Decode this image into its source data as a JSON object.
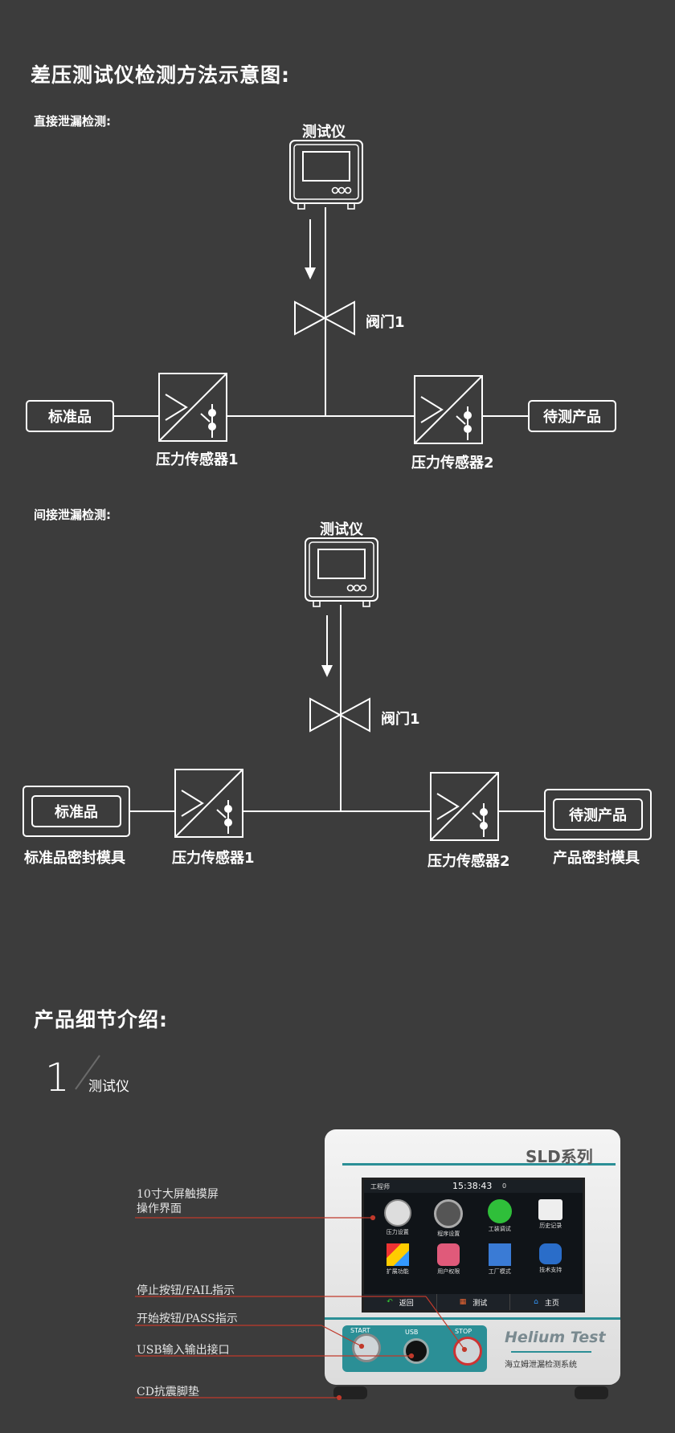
{
  "heading": "差压测试仪检测方法示意图:",
  "direct": {
    "title": "直接泄漏检测:",
    "tester_label": "测试仪",
    "valve_label": "阀门1",
    "sensor1_label": "压力传感器1",
    "sensor2_label": "压力传感器2",
    "left_box": "标准品",
    "right_box": "待测产品"
  },
  "indirect": {
    "title": "间接泄漏检测:",
    "tester_label": "测试仪",
    "valve_label": "阀门1",
    "sensor1_label": "压力传感器1",
    "sensor2_label": "压力传感器2",
    "left_box": "标准品",
    "right_box": "待测产品",
    "left_mold_label": "标准品密封模具",
    "right_mold_label": "产品密封模具"
  },
  "product": {
    "heading": "产品细节介绍:",
    "number": "1",
    "item_title": "测试仪",
    "callouts": [
      "10寸大屏触摸屏\n操作界面",
      "停止按钮/FAIL指示",
      "开始按钮/PASS指示",
      "USB输入输出接口",
      "CD抗震脚垫"
    ],
    "device": {
      "series": "SLD系列",
      "brand": "Helium Test",
      "brand_sub": "海立姆泄漏检测系统",
      "start_label": "START",
      "usb_label": "USB",
      "stop_label": "STOP",
      "screen": {
        "user": "工程师",
        "time": "15:38:43",
        "counter": "0",
        "icons": [
          "压力设置",
          "程序设置",
          "工装调试",
          "历史记录",
          "扩展功能",
          "用户权限",
          "工厂模式",
          "技术支持"
        ],
        "bottom": [
          "返回",
          "测试",
          "主页"
        ]
      }
    }
  }
}
